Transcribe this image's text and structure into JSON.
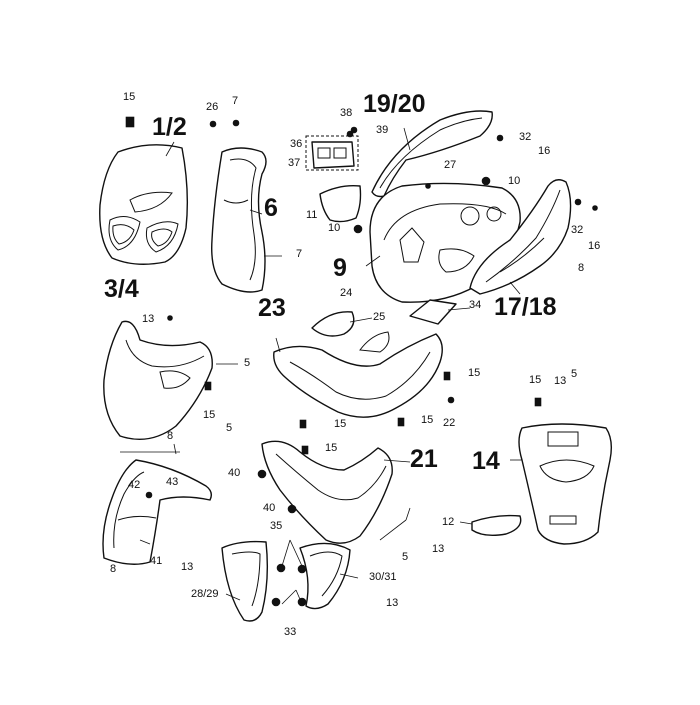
{
  "labels": {
    "l15a": "15",
    "l26": "26",
    "l7a": "7",
    "l12big": "1/2",
    "l38": "38",
    "l1920": "19/20",
    "l39": "39",
    "l36": "36",
    "l32a": "32",
    "l16a": "16",
    "l37": "37",
    "l27": "27",
    "l10a": "10",
    "l6": "6",
    "l11": "11",
    "l10b": "10",
    "l32b": "32",
    "l16b": "16",
    "l7b": "7",
    "l9": "9",
    "l8a": "8",
    "l34big": "3/4",
    "l24": "24",
    "l1718": "17/18",
    "l34": "34",
    "l23": "23",
    "l13a": "13",
    "l25": "25",
    "l5a": "5",
    "l15b": "15",
    "l15c": "15",
    "l5b": "5",
    "l15d": "15",
    "l13b": "13",
    "l5c": "5",
    "l15e": "15",
    "l22": "22",
    "l15f": "15",
    "l8b": "8",
    "l15g": "15",
    "l21": "21",
    "l14": "14",
    "l40a": "40",
    "l42": "42",
    "l43": "43",
    "l40b": "40",
    "l12": "12",
    "l35": "35",
    "l5d": "5",
    "l13c": "13",
    "l41": "41",
    "l8c": "8",
    "l13d": "13",
    "l3031": "30/31",
    "l2829": "28/29",
    "l13e": "13",
    "l33": "33"
  }
}
